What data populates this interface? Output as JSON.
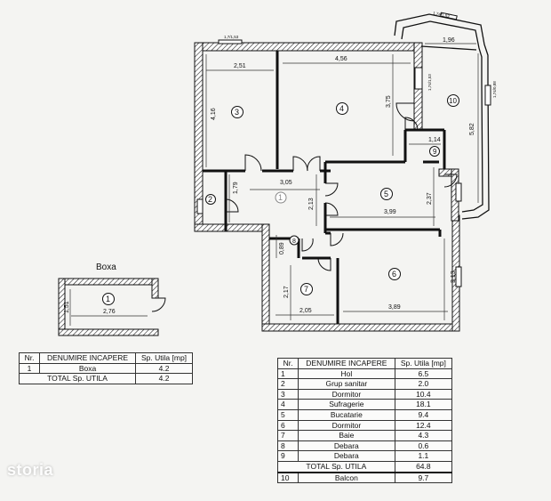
{
  "plan": {
    "dims": {
      "top_left": "2,51",
      "top_mid": "4,56",
      "balcony_top": "1,96",
      "left_v": "4,16",
      "mid_v": "3,75",
      "balcony_v": "5,82",
      "small_w": "1,14",
      "hall_w": "3,05",
      "hall_h": "2,13",
      "wc_h": "1,79",
      "kitchen_w": "3,99",
      "kitchen_h": "2,37",
      "debara_h": "0,89",
      "bath_h": "2,17",
      "bath_w": "2,05",
      "bed6_w": "3,89",
      "bed6_h": "3,13",
      "tiny_a": "1,7/1,53",
      "tiny_b": "1,74/1,53",
      "tiny_c": "1,74/1,53",
      "tiny_d": "1,74/0,88"
    },
    "rooms": [
      "1",
      "2",
      "3",
      "4",
      "5",
      "6",
      "7",
      "8",
      "9",
      "10"
    ]
  },
  "boxa": {
    "title": "Boxa",
    "room": "1",
    "dim_w": "2,76",
    "dim_h": "1,51"
  },
  "boxa_table": {
    "headers": [
      "Nr.",
      "DENUMIRE INCAPERE",
      "Sp. Utila  [mp]"
    ],
    "rows": [
      [
        "1",
        "Boxa",
        "4.2"
      ]
    ],
    "total": [
      "TOTAL  Sp. UTILA",
      "4.2"
    ]
  },
  "main_table": {
    "headers": [
      "Nr.",
      "DENUMIRE INCAPERE",
      "Sp. Utila  [mp]"
    ],
    "rows": [
      [
        "1",
        "Hol",
        "6.5"
      ],
      [
        "2",
        "Grup sanitar",
        "2.0"
      ],
      [
        "3",
        "Dormitor",
        "10.4"
      ],
      [
        "4",
        "Sufragerie",
        "18.1"
      ],
      [
        "5",
        "Bucatarie",
        "9.4"
      ],
      [
        "6",
        "Dormitor",
        "12.4"
      ],
      [
        "7",
        "Baie",
        "4.3"
      ],
      [
        "8",
        "Debara",
        "0.6"
      ],
      [
        "9",
        "Debara",
        "1.1"
      ]
    ],
    "total": [
      "TOTAL  Sp. UTILA",
      "64.8"
    ],
    "extra": [
      "10",
      "Balcon",
      "9.7"
    ]
  },
  "watermark": "storia"
}
